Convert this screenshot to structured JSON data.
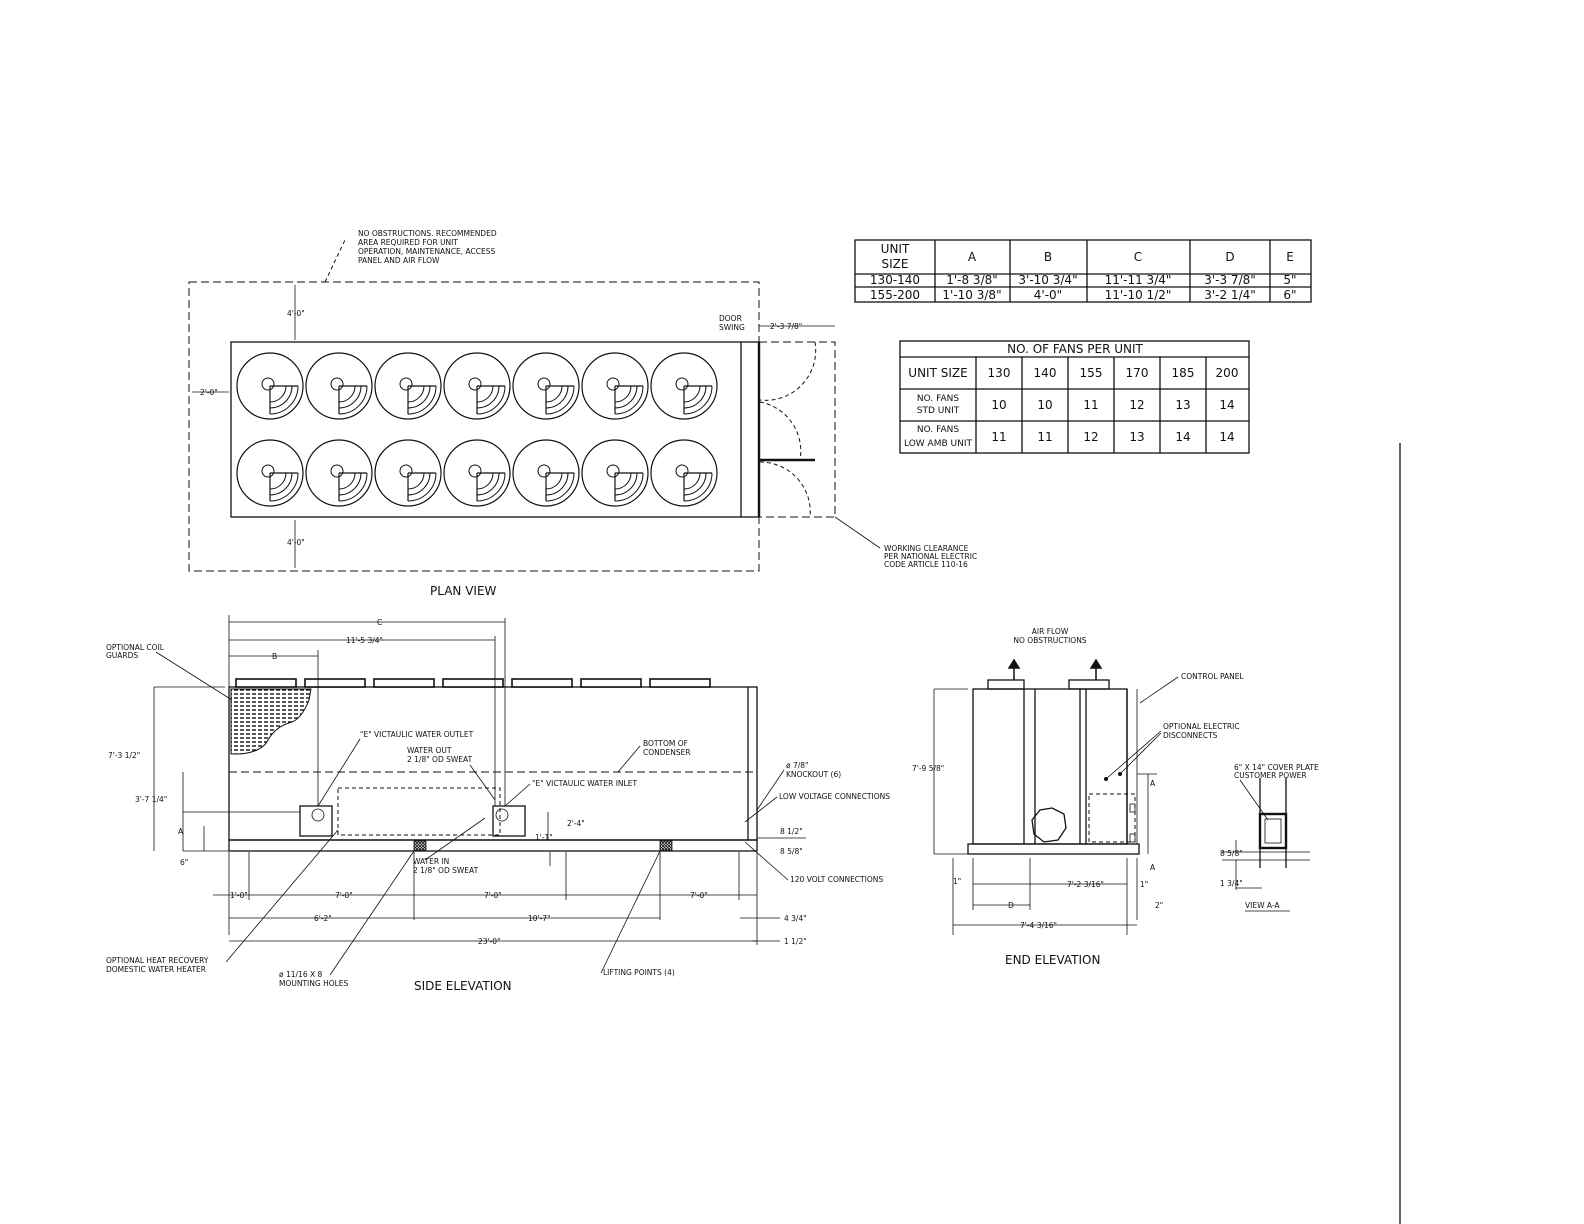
{
  "notes": {
    "no_obstructions": [
      "NO OBSTRUCTIONS. RECOMMENDED",
      "AREA REQUIRED FOR UNIT",
      "OPERATION, MAINTENANCE, ACCESS",
      "PANEL AND AIR FLOW"
    ],
    "door_swing": [
      "DOOR",
      "SWING"
    ],
    "working_clearance": [
      "WORKING CLEARANCE",
      "PER NATIONAL ELECTRIC",
      "CODE ARTICLE 110-16"
    ],
    "optional_coil_guards": [
      "OPTIONAL COIL",
      "GUARDS"
    ],
    "victaulic_outlet": "\"E\" VICTAULIC WATER OUTLET",
    "water_out": [
      "WATER OUT",
      "2 1/8\" OD SWEAT"
    ],
    "victaulic_inlet": "\"E\" VICTAULIC WATER INLET",
    "bottom_condenser": [
      "BOTTOM OF",
      "CONDENSER"
    ],
    "knockout": [
      "ø 7/8\"",
      "KNOCKOUT (6)"
    ],
    "low_voltage": "LOW VOLTAGE CONNECTIONS",
    "volt_120": "120 VOLT CONNECTIONS",
    "water_in": [
      "WATER IN",
      "2 1/8\" OD SWEAT"
    ],
    "heat_recovery": [
      "OPTIONAL HEAT RECOVERY",
      "DOMESTIC WATER HEATER"
    ],
    "mounting_holes": [
      "ø 11/16 X 8",
      "MOUNTING HOLES"
    ],
    "lifting_points": "LIFTING POINTS (4)",
    "air_flow": [
      "AIR FLOW",
      "NO OBSTRUCTIONS"
    ],
    "control_panel": "CONTROL PANEL",
    "electric_disconnects": [
      "OPTIONAL ELECTRIC",
      "DISCONNECTS"
    ],
    "cover_plate": [
      "6\" X 14\" COVER PLATE",
      "CUSTOMER POWER"
    ]
  },
  "view_titles": {
    "plan": "PLAN VIEW",
    "side": "SIDE ELEVATION",
    "end": "END ELEVATION",
    "view_aa": "VIEW A-A"
  },
  "dimensions": {
    "plan_top": "4'-0\"",
    "plan_left": "2'-0\"",
    "plan_bottom": "4'-0\"",
    "plan_door": "2'-3 7/8\"",
    "side_C": "C",
    "side_115": "11'-5 3/4\"",
    "side_B": "B",
    "side_height": "7'-3 1/2\"",
    "side_37": "3'-7 1/4\"",
    "side_A": "A",
    "side_6": "6\"",
    "side_24": "2'-4\"",
    "side_11": "1'-1\"",
    "side_812": "8 1/2\"",
    "side_858": "8 5/8\"",
    "side_10": "1'-0\"",
    "side_70a": "7'-0\"",
    "side_70b": "7'-0\"",
    "side_70c": "7'-0\"",
    "side_62": "6'-2\"",
    "side_107": "10'-7\"",
    "side_434": "4 3/4\"",
    "side_230": "23'-0\"",
    "side_112": "1 1/2\"",
    "end_height": "7'-9 5/8\"",
    "end_1": "1\"",
    "end_72": "7'-2 3/16\"",
    "end_1b": "1\"",
    "end_D": "D",
    "end_2": "2\"",
    "end_74": "7'-4 3/16\"",
    "end_A1": "A",
    "end_A2": "A",
    "aa_858": "8 5/8\"",
    "aa_134": "1 3/4\""
  },
  "dim_table": {
    "headers": [
      "UNIT SIZE",
      "A",
      "B",
      "C",
      "D",
      "E"
    ],
    "rows": [
      [
        "130-140",
        "1'-8 3/8\"",
        "3'-10 3/4\"",
        "11'-11 3/4\"",
        "3'-3 7/8\"",
        "5\""
      ],
      [
        "155-200",
        "1'-10 3/8\"",
        "4'-0\"",
        "11'-10 1/2\"",
        "3'-2 1/4\"",
        "6\""
      ]
    ]
  },
  "fans_table": {
    "title": "NO. OF FANS PER UNIT",
    "header_label": "UNIT SIZE",
    "sizes": [
      "130",
      "140",
      "155",
      "170",
      "185",
      "200"
    ],
    "rows": [
      {
        "label": [
          "NO. FANS",
          "STD UNIT"
        ],
        "values": [
          "10",
          "10",
          "11",
          "12",
          "13",
          "14"
        ]
      },
      {
        "label": [
          "NO. FANS",
          "LOW AMB UNIT"
        ],
        "values": [
          "11",
          "11",
          "12",
          "13",
          "14",
          "14"
        ]
      }
    ]
  }
}
